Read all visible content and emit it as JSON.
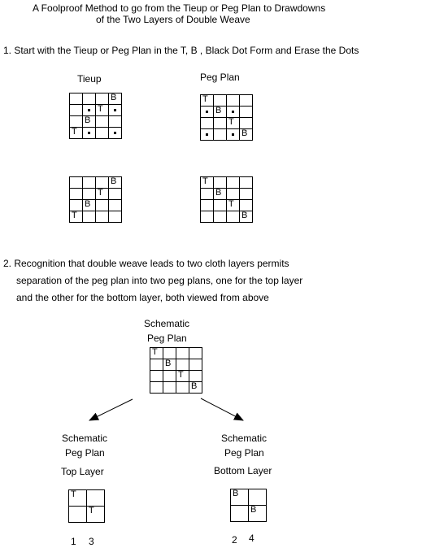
{
  "title": {
    "line1": "A Foolproof Method to go from the Tieup or Peg Plan to Drawdowns",
    "line2": "of the Two Layers of Double Weave"
  },
  "step1": {
    "text": "1.  Start with the Tieup or Peg Plan in the T, B , Black Dot Form and Erase the Dots",
    "tieup_label": "Tieup",
    "pegplan_label": "Peg Plan",
    "tieup_dotted": [
      [
        "",
        "",
        "",
        "B"
      ],
      [
        "",
        "•",
        "T",
        "•"
      ],
      [
        "",
        "B",
        "",
        ""
      ],
      [
        "T",
        "•",
        "",
        "•"
      ]
    ],
    "pegplan_dotted": [
      [
        "T",
        "",
        "",
        ""
      ],
      [
        "•",
        "B",
        "•",
        ""
      ],
      [
        "",
        "",
        "T",
        ""
      ],
      [
        "•",
        "",
        "•",
        "B"
      ]
    ],
    "tieup_erased": [
      [
        "",
        "",
        "",
        "B"
      ],
      [
        "",
        "",
        "T",
        ""
      ],
      [
        "",
        "B",
        "",
        ""
      ],
      [
        "T",
        "",
        "",
        ""
      ]
    ],
    "pegplan_erased": [
      [
        "T",
        "",
        "",
        ""
      ],
      [
        "",
        "B",
        "",
        ""
      ],
      [
        "",
        "",
        "T",
        ""
      ],
      [
        "",
        "",
        "",
        "B"
      ]
    ]
  },
  "step2": {
    "line1": "2.  Recognition that double weave leads to two cloth layers permits",
    "line2": "separation of the peg plan into two peg plans, one for the top layer",
    "line3": "and the other for the bottom layer, both viewed from above",
    "schematic": {
      "label1": "Schematic",
      "label2": "Peg Plan",
      "grid": [
        [
          "T",
          "",
          "",
          ""
        ],
        [
          "",
          "B",
          "",
          ""
        ],
        [
          "",
          "",
          "T",
          ""
        ],
        [
          "",
          "",
          "",
          "B"
        ]
      ]
    },
    "top": {
      "label1": "Schematic",
      "label2": "Peg Plan",
      "label3": "Top Layer",
      "grid": [
        [
          "T",
          ""
        ],
        [
          "",
          "T"
        ]
      ],
      "num1": "1",
      "num2": "3"
    },
    "bottom": {
      "label1": "Schematic",
      "label2": "Peg Plan",
      "label3": "Bottom Layer",
      "grid": [
        [
          "B",
          ""
        ],
        [
          "",
          "B"
        ]
      ],
      "num1": "2",
      "num2": "4"
    }
  }
}
